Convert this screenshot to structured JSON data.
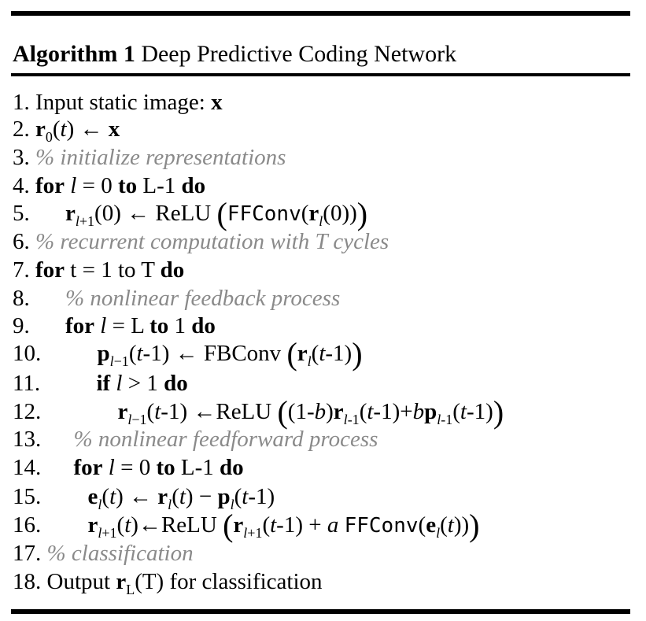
{
  "algorithm": {
    "label": "Algorithm 1",
    "title": "Deep Predictive Coding Network"
  },
  "lines": [
    {
      "num": "1.",
      "text": "Input static image: x"
    },
    {
      "num": "2.",
      "text": "r0(t) ← x"
    },
    {
      "num": "3.",
      "text": "% initialize representations"
    },
    {
      "num": "4.",
      "text": "for l = 0 to L-1 do"
    },
    {
      "num": "5.",
      "text": "rl+1(0) ← ReLU (FFConv(rl(0)))"
    },
    {
      "num": "6.",
      "text": "% recurrent computation with T cycles"
    },
    {
      "num": "7.",
      "text": "for t = 1 to T do"
    },
    {
      "num": "8.",
      "text": "% nonlinear feedback process"
    },
    {
      "num": "9.",
      "text": "for l = L to 1 do"
    },
    {
      "num": "10.",
      "text": "pl−1(t-1) ← FBConv (rl(t-1))"
    },
    {
      "num": "11.",
      "text": "if l > 1 do"
    },
    {
      "num": "12.",
      "text": "rl−1(t-1) ←ReLU ((1-b)rl-1(t-1)+bpl-1(t-1))"
    },
    {
      "num": "13.",
      "text": "% nonlinear feedforward process"
    },
    {
      "num": "14.",
      "text": "for l = 0 to L-1 do"
    },
    {
      "num": "15.",
      "text": "el(t) ← rl(t) − pl(t-1)"
    },
    {
      "num": "16.",
      "text": "rl+1(t)←ReLU (rl+1(t-1) + a FFConv(el(t)))"
    },
    {
      "num": "17.",
      "text": "% classification"
    },
    {
      "num": "18.",
      "text": "Output rL(T) for classification"
    }
  ]
}
